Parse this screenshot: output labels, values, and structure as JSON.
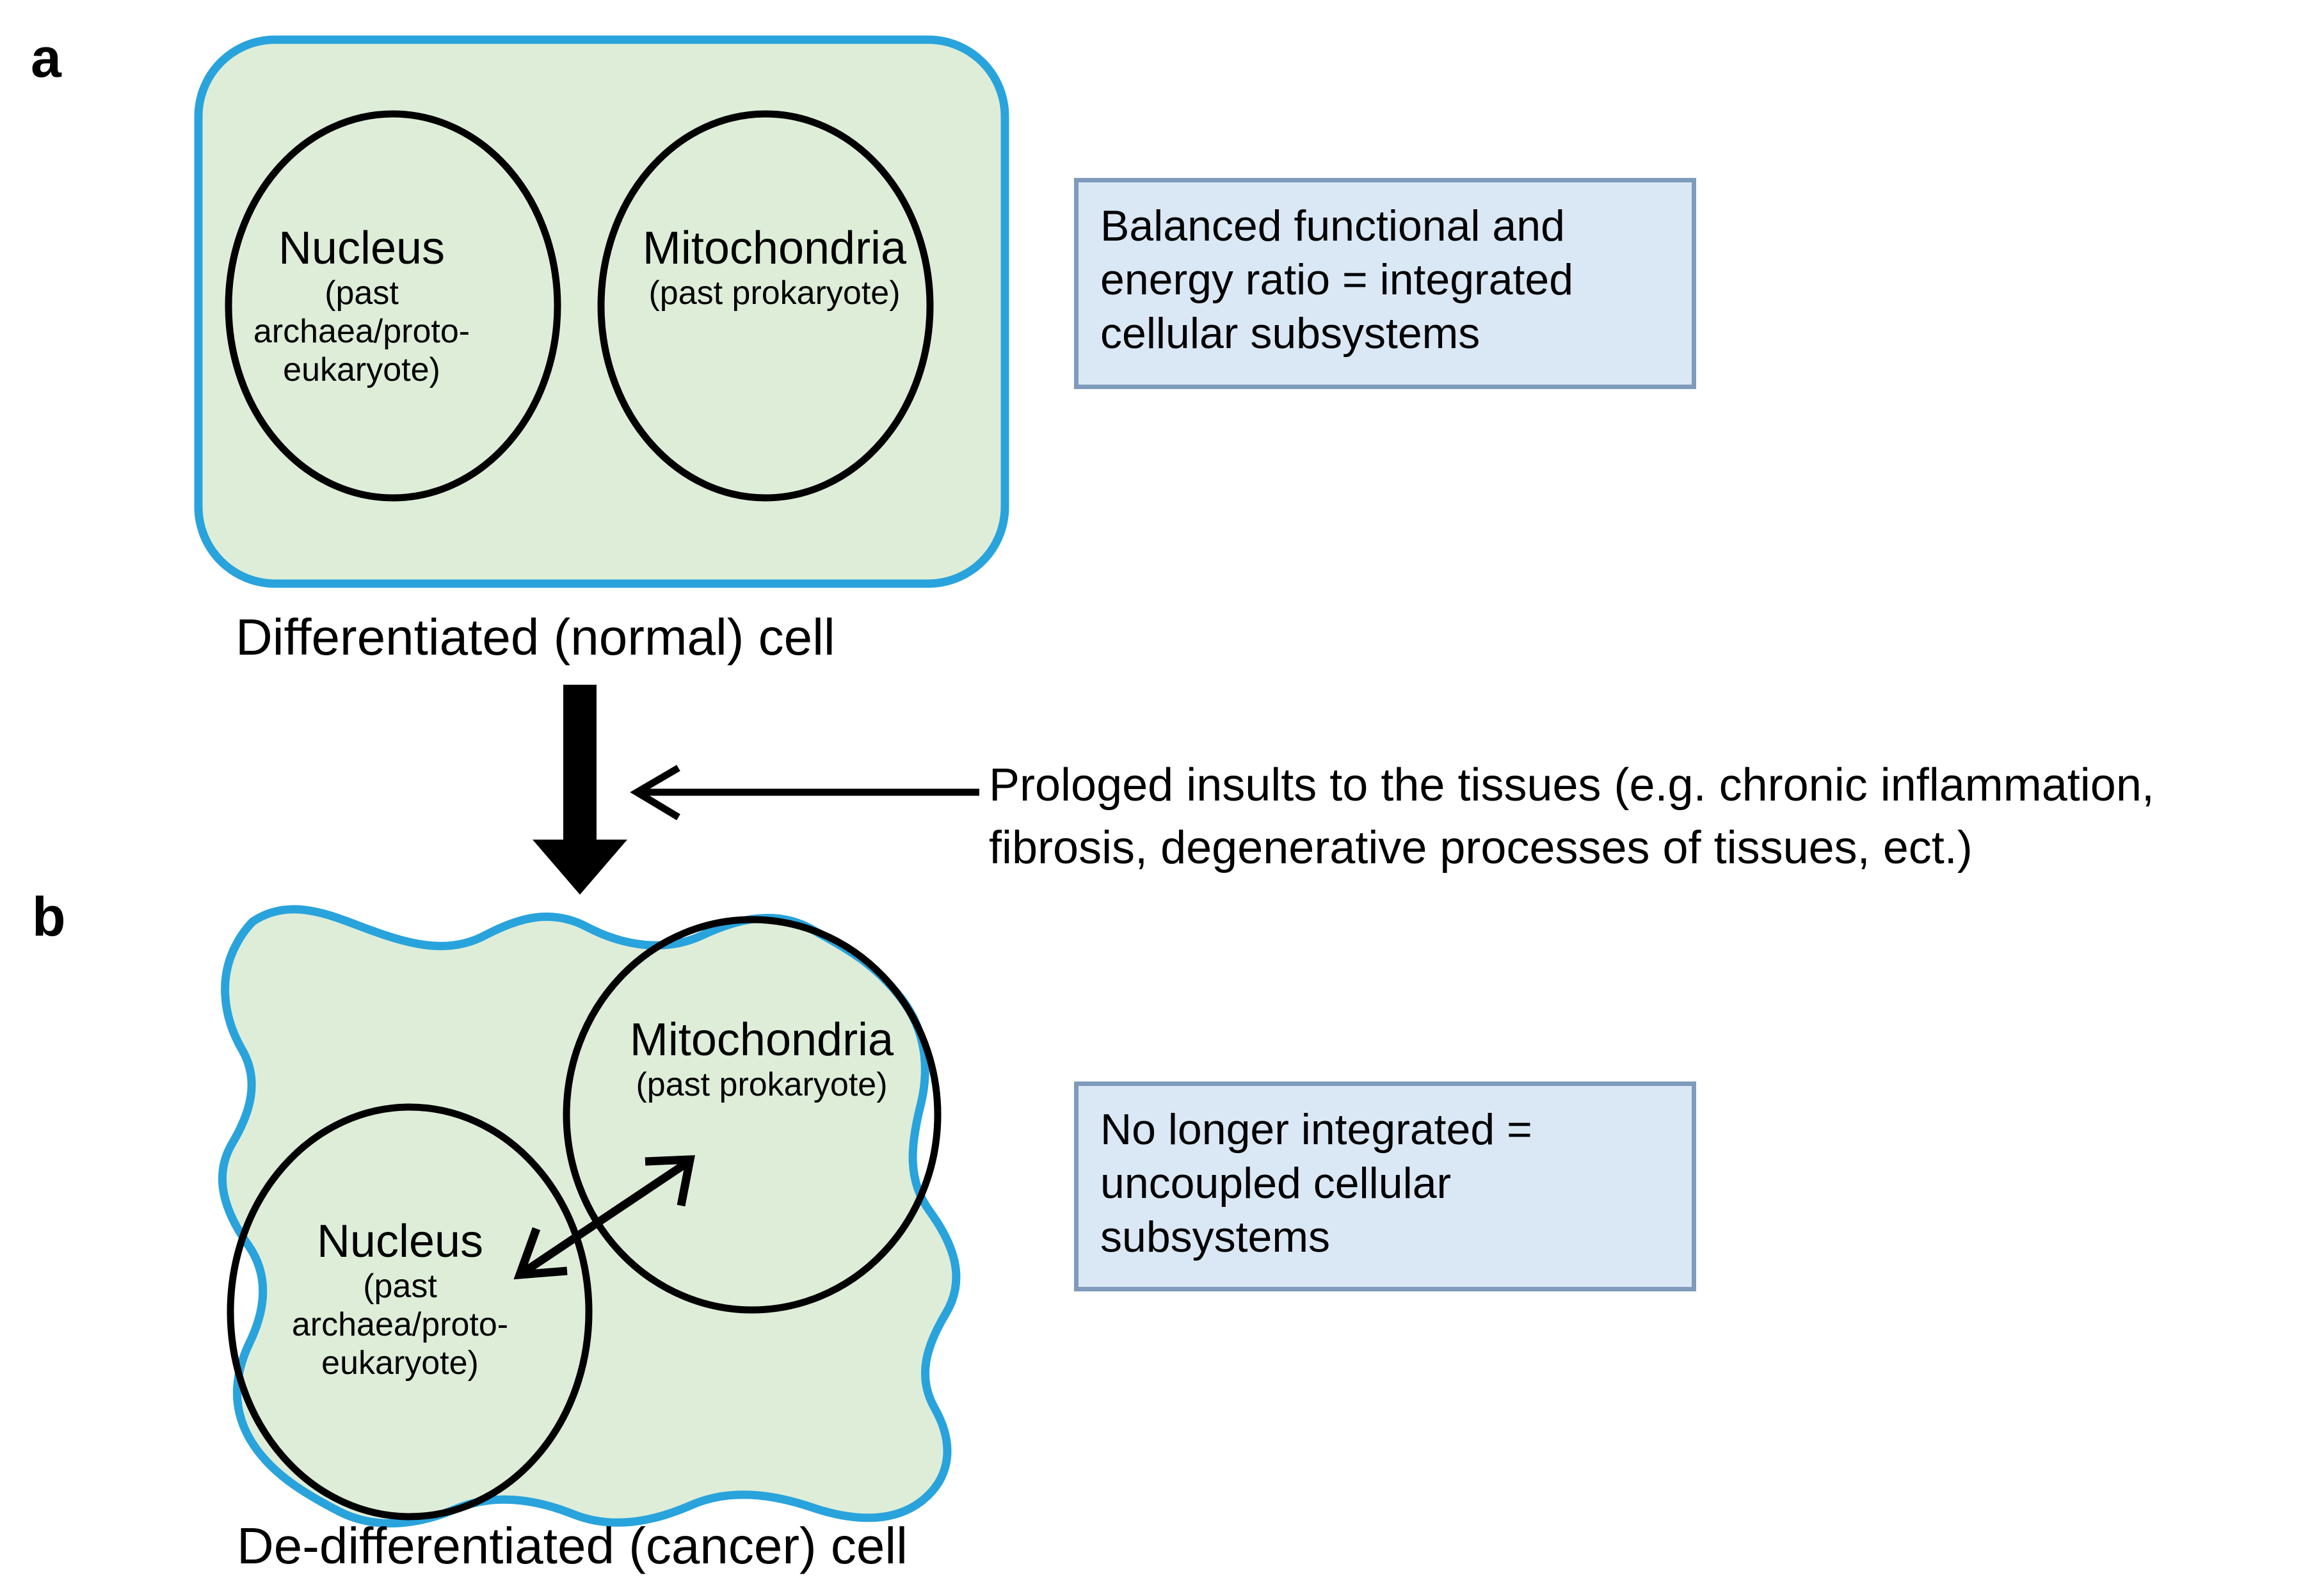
{
  "figure": {
    "panels": [
      {
        "label": "a",
        "cell_type": "rounded-rectangle",
        "caption": "Differentiated (normal) cell",
        "organelles": [
          {
            "name": "Nucleus",
            "subtitle_lines": [
              "(past",
              "archaea/proto-",
              "eukaryote)"
            ]
          },
          {
            "name": "Mitochondria",
            "subtitle_lines": [
              "(past prokaryote)"
            ]
          }
        ],
        "info_box_lines": [
          "Balanced functional and",
          "energy ratio = integrated",
          "cellular subsystems"
        ]
      },
      {
        "label": "b",
        "cell_type": "irregular-blob",
        "caption": "De-differentiated (cancer) cell",
        "organelles": [
          {
            "name": "Mitochondria",
            "subtitle_lines": [
              "(past prokaryote)"
            ]
          },
          {
            "name": "Nucleus",
            "subtitle_lines": [
              "(past",
              "archaea/proto-",
              "eukaryote)"
            ]
          }
        ],
        "info_box_lines": [
          "No longer integrated =",
          "uncoupled cellular",
          "subsystems"
        ]
      }
    ],
    "transition": {
      "note_lines": [
        "Prologed insults to the tissues (e.g. chronic inflammation,",
        "fibrosis, degenerative processes of tissues, ect.)"
      ],
      "down_arrow_name": "down-arrow",
      "side_arrow_name": "left-arrow"
    },
    "colors": {
      "cell_fill": "#DEEDD8",
      "cell_border": "#29A3DC",
      "info_box_fill": "#DAE8F5",
      "info_box_border": "#7E9BBB",
      "organelle_stroke": "#000000",
      "text": "#000000",
      "background": "#FFFFFF"
    }
  }
}
